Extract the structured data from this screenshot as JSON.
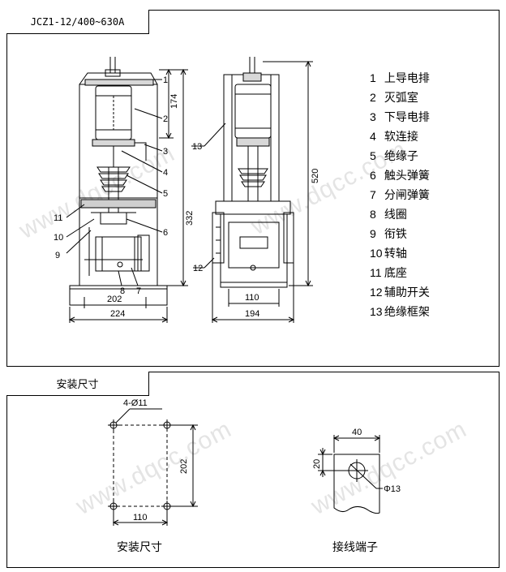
{
  "model": "JCZ1-12/400~630A",
  "legend": [
    {
      "num": "1",
      "label": "上导电排"
    },
    {
      "num": "2",
      "label": "灭弧室"
    },
    {
      "num": "3",
      "label": "下导电排"
    },
    {
      "num": "4",
      "label": "软连接"
    },
    {
      "num": "5",
      "label": "绝缘子"
    },
    {
      "num": "6",
      "label": "触头弹簧"
    },
    {
      "num": "7",
      "label": "分闸弹簧"
    },
    {
      "num": "8",
      "label": "线圈"
    },
    {
      "num": "9",
      "label": "衔铁"
    },
    {
      "num": "10",
      "label": "转轴"
    },
    {
      "num": "11",
      "label": "底座"
    },
    {
      "num": "12",
      "label": "辅助开关"
    },
    {
      "num": "13",
      "label": "绝缘框架"
    }
  ],
  "front_view": {
    "dim_174": "174",
    "dim_332": "332",
    "dim_202": "202",
    "dim_224": "224",
    "callouts": [
      "1",
      "2",
      "3",
      "4",
      "5",
      "6",
      "7",
      "8",
      "9",
      "10",
      "11"
    ]
  },
  "side_view": {
    "dim_520": "520",
    "dim_110": "110",
    "dim_194": "194",
    "callouts": [
      "13",
      "12"
    ]
  },
  "install": {
    "tab": "安装尺寸",
    "hole_label": "4-Ø11",
    "dim_202": "202",
    "dim_110": "110",
    "caption": "安装尺寸"
  },
  "terminal": {
    "dim_40": "40",
    "dim_20": "20",
    "hole_label": "Φ13",
    "caption": "接线端子"
  },
  "watermark": "www.dqcc.com"
}
